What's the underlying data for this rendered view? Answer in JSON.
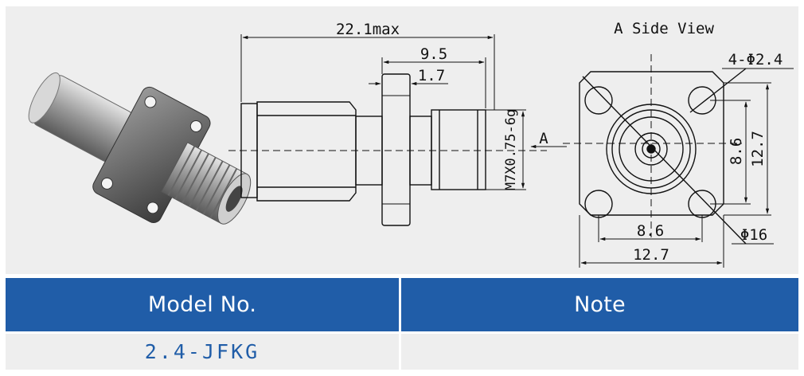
{
  "drawing": {
    "overall_length": "22.1max",
    "rear_length": "9.5",
    "flange_thickness": "1.7",
    "thread_spec": "M7X0.75-6g",
    "view_marker": "A",
    "side_view_title": "A Side View",
    "hole_spec": "4-Φ2.4",
    "hole_spacing_v": "8.6",
    "flange_width_v": "12.7",
    "hole_spacing_h": "8.6",
    "flange_width_h": "12.7",
    "center_diameter": "Φ16"
  },
  "table": {
    "headers": [
      "Model No.",
      "Note"
    ],
    "rows": [
      {
        "model": "2.4-JFKG",
        "note": ""
      }
    ],
    "header_color": "#205da8",
    "row_color": "#eeeeee",
    "text_color": "#205da8"
  }
}
